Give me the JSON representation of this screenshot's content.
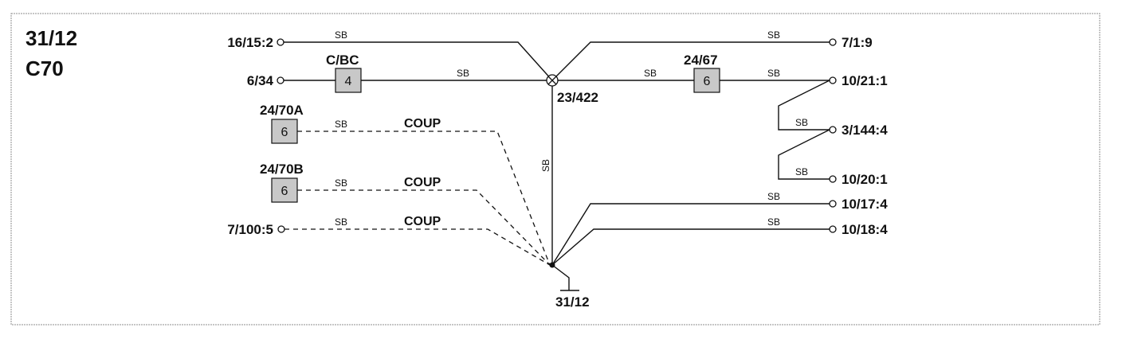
{
  "header": {
    "code": "31/12",
    "model": "C70"
  },
  "wire_color": "SB",
  "coupe_note": "COUP",
  "junction": {
    "label": "23/422"
  },
  "ground": {
    "label": "31/12"
  },
  "left_terminals": {
    "t1": "16/15:2",
    "t2": "6/34",
    "t3": "7/100:5"
  },
  "right_terminals": {
    "r1": "7/1:9",
    "r2": "10/21:1",
    "r3": "3/144:4",
    "r4": "10/20:1",
    "r5": "10/17:4",
    "r6": "10/18:4"
  },
  "connectors": {
    "cbc": {
      "label": "C/BC",
      "pin": "4"
    },
    "c2467": {
      "label": "24/67",
      "pin": "6"
    },
    "c2470a": {
      "label": "24/70A",
      "pin": "6"
    },
    "c2470b": {
      "label": "24/70B",
      "pin": "6"
    }
  }
}
